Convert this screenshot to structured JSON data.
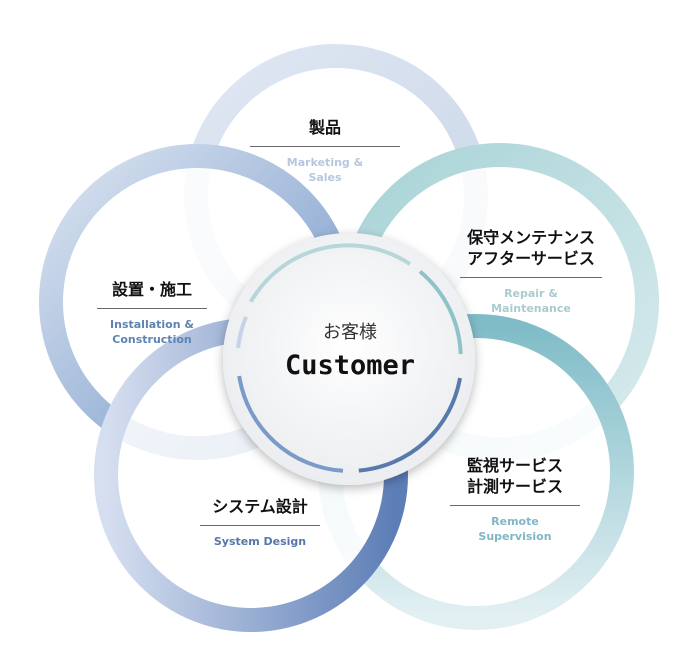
{
  "center": {
    "ja": "お客様",
    "en": "Customer"
  },
  "nodes": [
    {
      "id": "products",
      "ja": "製品",
      "en": "Marketing &\nSales",
      "en_color": "#b7c7de"
    },
    {
      "id": "maintenance",
      "ja": "保守メンテナンス\nアフターサービス",
      "en": "Repair &\nMaintenance",
      "en_color": "#a9cbd0"
    },
    {
      "id": "supervision",
      "ja": "監視サービス\n計測サービス",
      "en": "Remote\nSupervision",
      "en_color": "#7fb8c4"
    },
    {
      "id": "system",
      "ja": "システム設計",
      "en": "System Design",
      "en_color": "#5577aa"
    },
    {
      "id": "installation",
      "ja": "設置・施工",
      "en": "Installation &\nConstruction",
      "en_color": "#5d83b4"
    }
  ]
}
